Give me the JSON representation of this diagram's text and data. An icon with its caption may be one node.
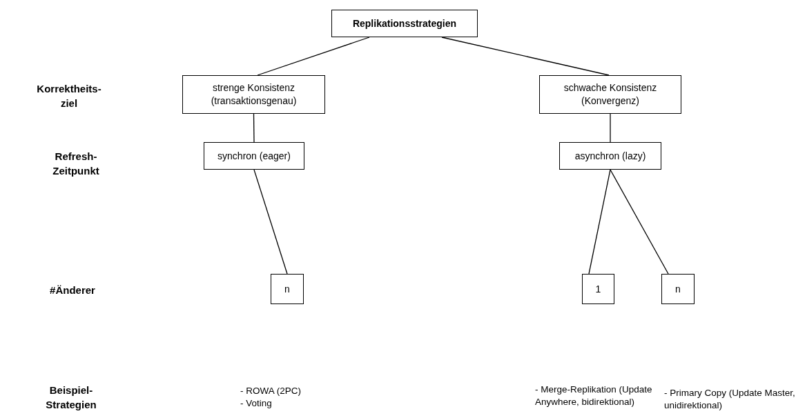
{
  "diagram": {
    "nodes": [
      {
        "text": [
          "Replikationsstrategien"
        ]
      },
      {
        "text": [
          "strenge Konsistenz (transaktionsgenau)"
        ]
      },
      {
        "text": [
          "schwache Konsistenz (Konvergenz)"
        ]
      },
      {
        "text": [
          "synchron (eager)"
        ]
      },
      {
        "text": [
          "asynchron (lazy)"
        ]
      },
      {
        "text": [
          "n"
        ]
      },
      {
        "text": [
          "1"
        ]
      },
      {
        "text": [
          "n"
        ]
      }
    ],
    "edges": [
      {
        "from": 0,
        "to": 1,
        "arrow": "none"
      },
      {
        "from": 0,
        "to": 2,
        "arrow": "none"
      },
      {
        "from": 1,
        "to": 3,
        "arrow": "none"
      },
      {
        "from": 2,
        "to": 4,
        "arrow": "none"
      },
      {
        "from": 3,
        "to": 5,
        "arrow": "none"
      },
      {
        "from": 4,
        "to": 6,
        "arrow": "none"
      },
      {
        "from": 4,
        "to": 7,
        "arrow": "none"
      }
    ],
    "labels": [
      "Korrektheits- ziel",
      "Refresh- Zeitpunkt",
      "#Änderer",
      "Beispiel- Strategien",
      "- ROWA (2PC)",
      "- Voting",
      "- Merge-Replikation (Update Anywhere, bidirektional)",
      "- Primary Copy (Update Master, unidirektional)"
    ]
  }
}
